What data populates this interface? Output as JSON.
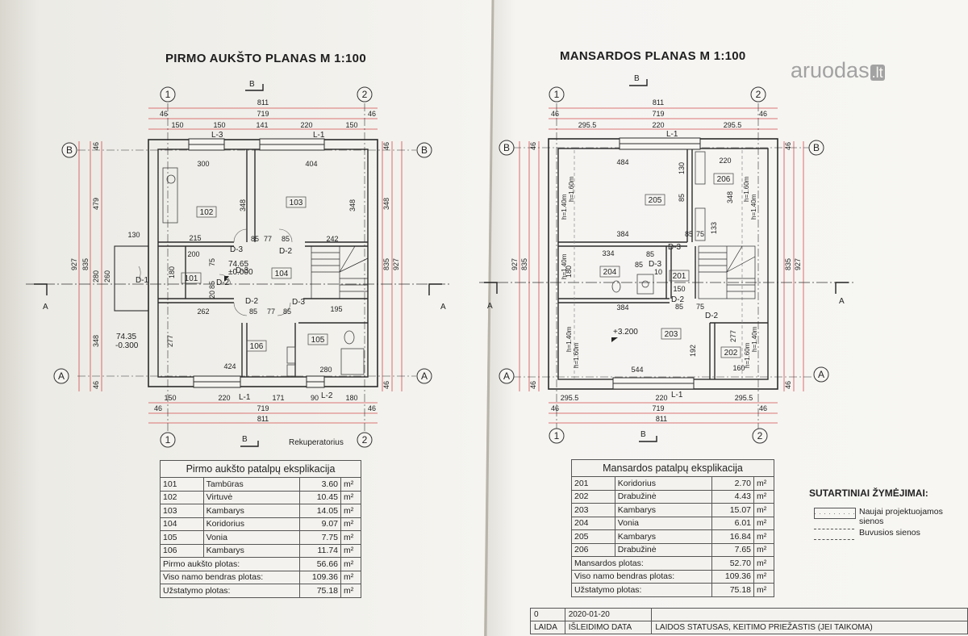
{
  "titles": {
    "first_floor": "PIRMO AUKŠTO PLANAS M 1:100",
    "attic": "MANSARDOS PLANAS M 1:100"
  },
  "watermark": "aruodas",
  "watermark_tld": ".lt",
  "axes": {
    "one": "1",
    "two": "2",
    "a": "A",
    "b": "B"
  },
  "section_mark": "A",
  "section_mark_b": "B",
  "first_plan": {
    "dim_top_total": "811",
    "dim_top_inner": "719",
    "dim_46": "46",
    "dim_top_segments": [
      "150",
      "150",
      "141",
      "220",
      "150"
    ],
    "windows_top": [
      "L-3",
      "L-1"
    ],
    "windows_bottom": [
      "L-1",
      "L-2"
    ],
    "dim_bottom_segments": [
      "150",
      "220",
      "171",
      "90",
      "180"
    ],
    "dim_left": [
      "46",
      "479",
      "927",
      "835",
      "280",
      "260",
      "348",
      "46"
    ],
    "dim_right": [
      "46",
      "348",
      "927",
      "835",
      "46"
    ],
    "rooms": [
      "102",
      "103",
      "101",
      "104",
      "106",
      "105"
    ],
    "room_dims": [
      "300",
      "404",
      "348",
      "348",
      "215",
      "85",
      "77",
      "85",
      "242",
      "200",
      "75",
      "180",
      "85",
      "20",
      "262",
      "85",
      "77",
      "85",
      "195",
      "277",
      "424",
      "280",
      "130"
    ],
    "doors": [
      "D-3",
      "D-2",
      "D-1",
      "D-2",
      "D-2",
      "D-3",
      "D-3"
    ],
    "level_mark": "74.65",
    "level_zero": "±0.000",
    "outdoor_level": "74.35",
    "outdoor_rel": "-0.300",
    "recuperator": "Rekuperatorius"
  },
  "attic_plan": {
    "dim_top_total": "811",
    "dim_top_inner": "719",
    "dim_46": "46",
    "dim_top_segments": [
      "295.5",
      "220",
      "295.5"
    ],
    "windows_top": [
      "L-1"
    ],
    "windows_bottom": [
      "L-1"
    ],
    "dim_bottom_segments": [
      "295.5",
      "220",
      "295.5"
    ],
    "rooms": [
      "205",
      "206",
      "204",
      "201",
      "203",
      "202"
    ],
    "room_dims": [
      "484",
      "220",
      "130",
      "85",
      "348",
      "384",
      "85",
      "75",
      "334",
      "180",
      "85",
      "150",
      "384",
      "85",
      "75",
      "544",
      "192",
      "277",
      "160",
      "133",
      "10",
      "85"
    ],
    "heights": [
      "h=1.40m",
      "h=1.60m"
    ],
    "doors": [
      "D-3",
      "D-3",
      "D-2",
      "D-2"
    ],
    "level_mark": "+3.200",
    "dim_left": [
      "46",
      "927",
      "835",
      "46"
    ],
    "dim_right": [
      "46",
      "927",
      "835",
      "46"
    ]
  },
  "first_table": {
    "title": "Pirmo aukšto patalpų eksplikacija",
    "rows": [
      {
        "no": "101",
        "name": "Tambūras",
        "area": "3.60",
        "unit": "m²"
      },
      {
        "no": "102",
        "name": "Virtuvė",
        "area": "10.45",
        "unit": "m²"
      },
      {
        "no": "103",
        "name": "Kambarys",
        "area": "14.05",
        "unit": "m²"
      },
      {
        "no": "104",
        "name": "Koridorius",
        "area": "9.07",
        "unit": "m²"
      },
      {
        "no": "105",
        "name": "Vonia",
        "area": "7.75",
        "unit": "m²"
      },
      {
        "no": "106",
        "name": "Kambarys",
        "area": "11.74",
        "unit": "m²"
      }
    ],
    "totals": [
      {
        "label": "Pirmo aukšto plotas:",
        "value": "56.66",
        "unit": "m²"
      },
      {
        "label": "Viso namo bendras plotas:",
        "value": "109.36",
        "unit": "m²"
      },
      {
        "label": "Užstatymo plotas:",
        "value": "75.18",
        "unit": "m²"
      }
    ]
  },
  "attic_table": {
    "title": "Mansardos patalpų eksplikacija",
    "rows": [
      {
        "no": "201",
        "name": "Koridorius",
        "area": "2.70",
        "unit": "m²"
      },
      {
        "no": "202",
        "name": "Drabužinė",
        "area": "4.43",
        "unit": "m²"
      },
      {
        "no": "203",
        "name": "Kambarys",
        "area": "15.07",
        "unit": "m²"
      },
      {
        "no": "204",
        "name": "Vonia",
        "area": "6.01",
        "unit": "m²"
      },
      {
        "no": "205",
        "name": "Kambarys",
        "area": "16.84",
        "unit": "m²"
      },
      {
        "no": "206",
        "name": "Drabužinė",
        "area": "7.65",
        "unit": "m²"
      }
    ],
    "totals": [
      {
        "label": "Mansardos plotas:",
        "value": "52.70",
        "unit": "m²"
      },
      {
        "label": "Viso namo bendras plotas:",
        "value": "109.36",
        "unit": "m²"
      },
      {
        "label": "Užstatymo plotas:",
        "value": "75.18",
        "unit": "m²"
      }
    ]
  },
  "legend": {
    "title": "SUTARTINIAI ŽYMĖJIMAI:",
    "new_walls": "Naujai projektuojamos sienos",
    "old_walls": "Buvusios sienos"
  },
  "title_block": {
    "rev": "0",
    "date": "2020-01-20",
    "h1": "LAIDA",
    "h2": "IŠLEIDIMO DATA",
    "h3": "LAIDOS STATUSAS, KEITIMO PRIEŽASTIS (JEI TAIKOMA)"
  }
}
